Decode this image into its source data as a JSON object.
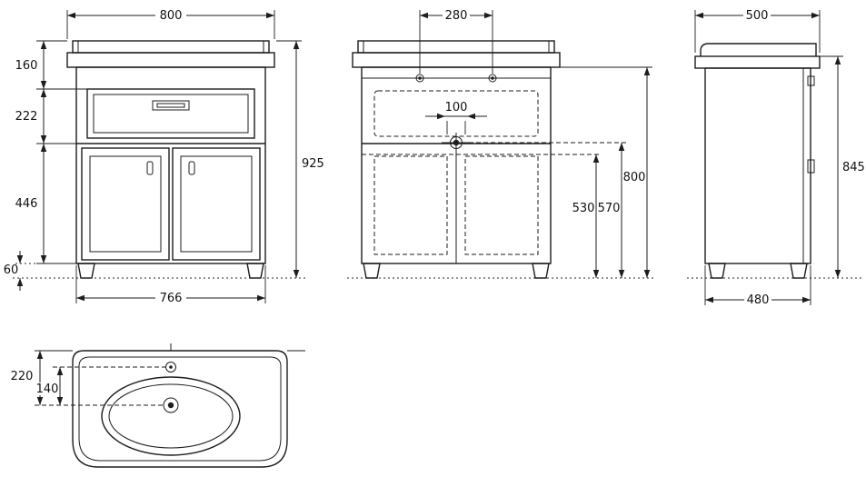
{
  "drawing": {
    "front": {
      "width_top": "800",
      "h_basin": "160",
      "h_drawer": "222",
      "h_doors": "446",
      "h_total": "925",
      "h_plinth": "60",
      "width_bottom": "766"
    },
    "cutout": {
      "tap_centres": "280",
      "waste_offset": "100",
      "h_worktop": "800",
      "h_waste": "570",
      "h_trap": "530"
    },
    "side": {
      "depth_top": "500",
      "h_total": "845",
      "depth_bottom": "480"
    },
    "plan": {
      "d_bowl": "220",
      "d_tap": "140"
    }
  },
  "colors": {
    "line": "#1d1d1d",
    "background": "#ffffff"
  }
}
